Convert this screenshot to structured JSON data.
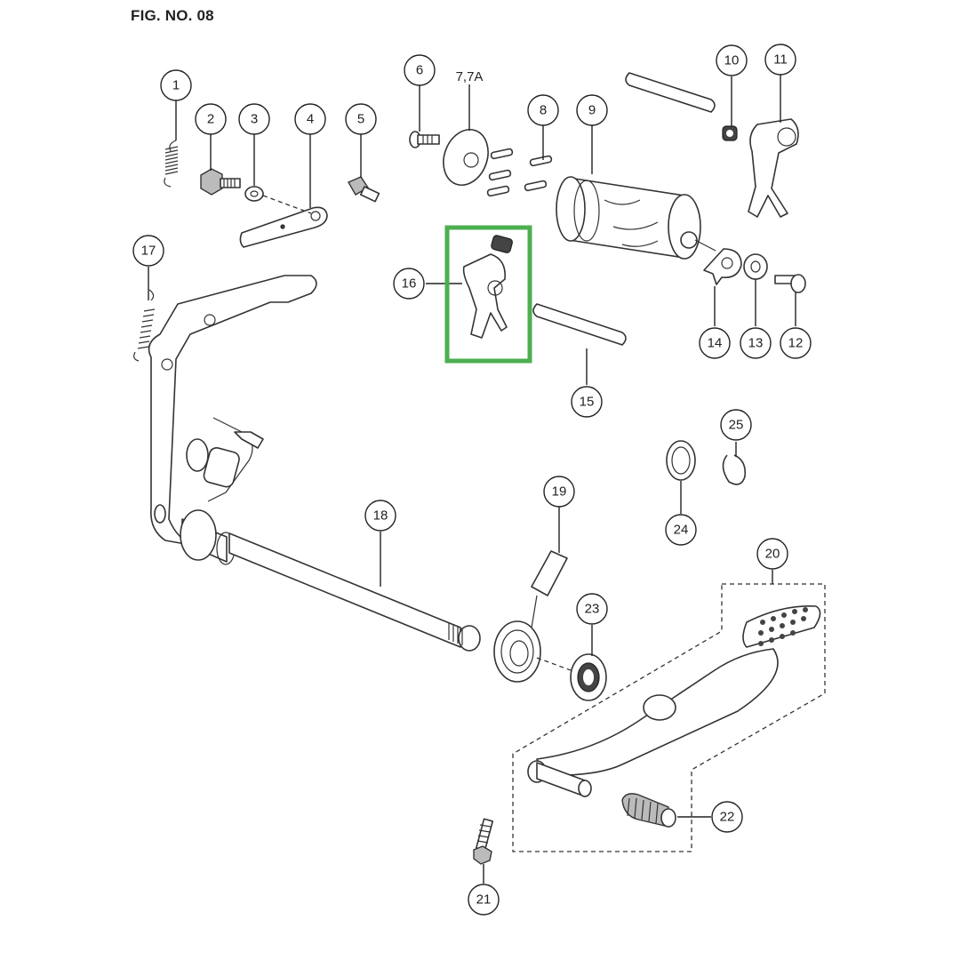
{
  "figure": {
    "title": "FIG. NO. 08"
  },
  "highlight": {
    "color": "#4caf50",
    "part": "16"
  },
  "callouts": [
    {
      "id": "c1",
      "label": "1"
    },
    {
      "id": "c2",
      "label": "2"
    },
    {
      "id": "c3",
      "label": "3"
    },
    {
      "id": "c4",
      "label": "4"
    },
    {
      "id": "c5",
      "label": "5"
    },
    {
      "id": "c6",
      "label": "6"
    },
    {
      "id": "c77a",
      "label": "7,7A"
    },
    {
      "id": "c8",
      "label": "8"
    },
    {
      "id": "c9",
      "label": "9"
    },
    {
      "id": "c10",
      "label": "10"
    },
    {
      "id": "c11",
      "label": "11"
    },
    {
      "id": "c12",
      "label": "12"
    },
    {
      "id": "c13",
      "label": "13"
    },
    {
      "id": "c14",
      "label": "14"
    },
    {
      "id": "c15",
      "label": "15"
    },
    {
      "id": "c16",
      "label": "16"
    },
    {
      "id": "c17",
      "label": "17"
    },
    {
      "id": "c18",
      "label": "18"
    },
    {
      "id": "c19",
      "label": "19"
    },
    {
      "id": "c20",
      "label": "20"
    },
    {
      "id": "c21",
      "label": "21"
    },
    {
      "id": "c22",
      "label": "22"
    },
    {
      "id": "c23",
      "label": "23"
    },
    {
      "id": "c24",
      "label": "24"
    },
    {
      "id": "c25",
      "label": "25"
    }
  ]
}
